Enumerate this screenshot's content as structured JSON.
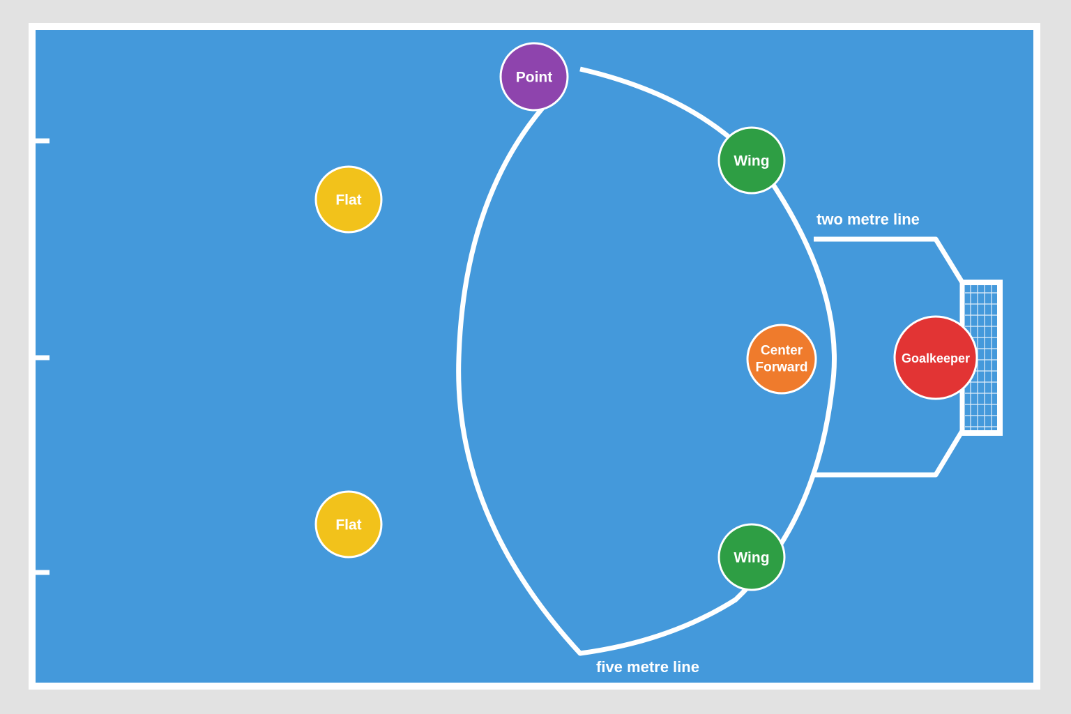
{
  "colors": {
    "background": "#e2e2e2",
    "pool": "#4499db",
    "lines": "#ffffff",
    "flat": "#f2c21b",
    "point": "#8e44ad",
    "wing": "#2e9e44",
    "center_forward": "#ef7b2c",
    "goalkeeper": "#e23434"
  },
  "labels": {
    "two_metre_line": "two metre line",
    "five_metre_line": "five metre line"
  },
  "players": [
    {
      "role": "flat",
      "label": "Flat"
    },
    {
      "role": "flat",
      "label": "Flat"
    },
    {
      "role": "point",
      "label": "Point"
    },
    {
      "role": "wing",
      "label": "Wing"
    },
    {
      "role": "wing",
      "label": "Wing"
    },
    {
      "role": "center_forward",
      "label": "Center Forward",
      "lines": [
        "Center",
        "Forward"
      ]
    },
    {
      "role": "goalkeeper",
      "label": "Goalkeeper"
    }
  ]
}
